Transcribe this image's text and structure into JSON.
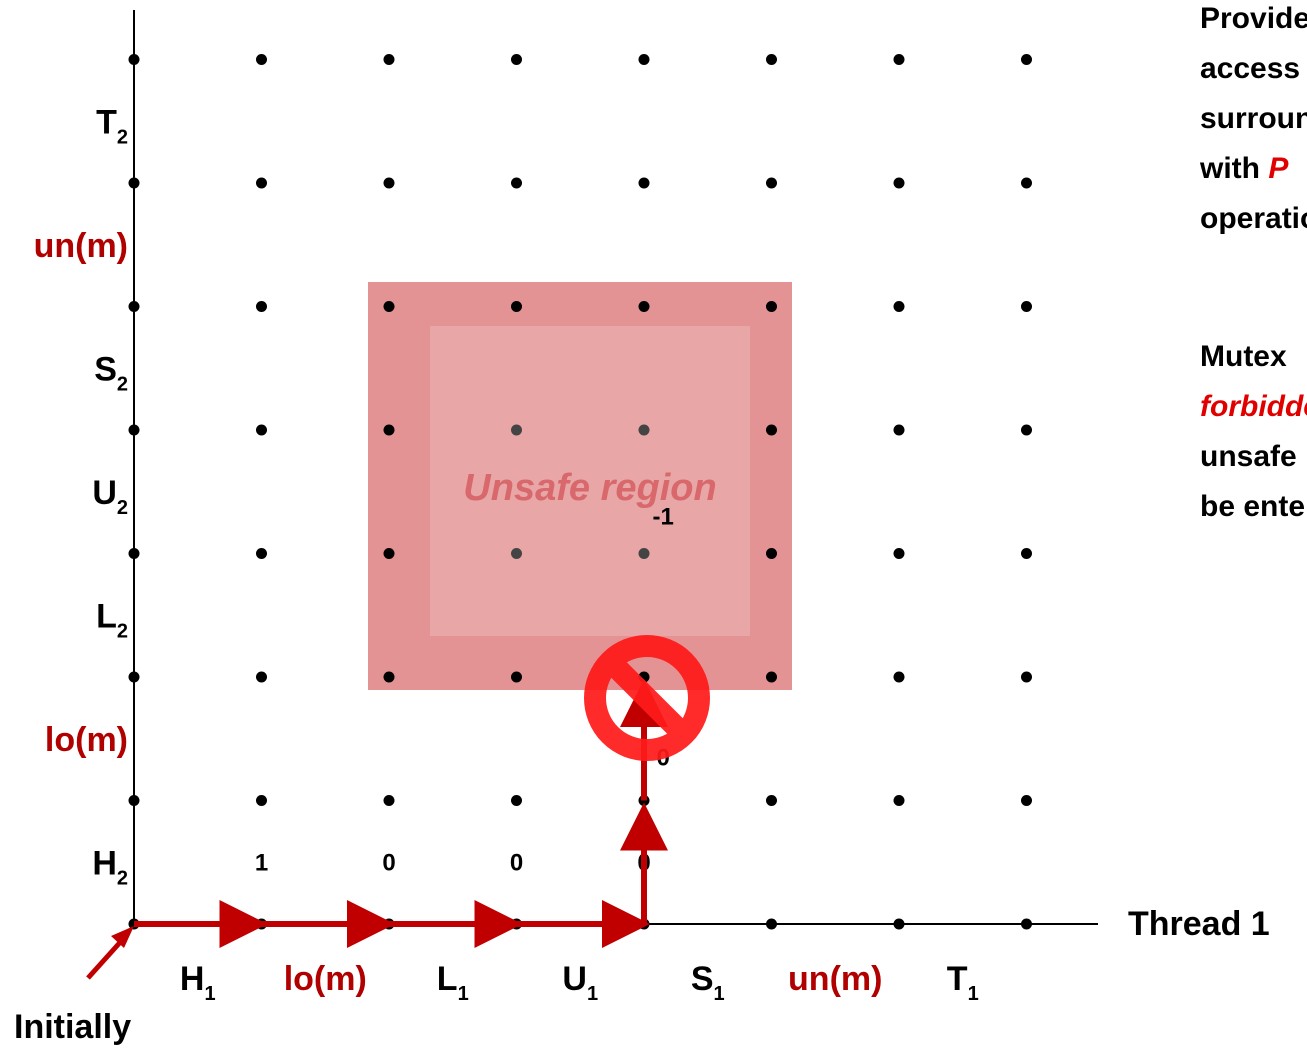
{
  "region": {
    "label": "Unsafe region",
    "outer_color": "#e39394",
    "inner_color": "#e8a7a8"
  },
  "axes": {
    "x_label": "Thread 1",
    "origin_label": "Initially"
  },
  "x_steps": [
    {
      "main": "H",
      "sub": "1",
      "red": false
    },
    {
      "main": "lo(m)",
      "sub": "",
      "red": true
    },
    {
      "main": "L",
      "sub": "1",
      "red": false
    },
    {
      "main": "U",
      "sub": "1",
      "red": false
    },
    {
      "main": "S",
      "sub": "1",
      "red": false
    },
    {
      "main": "un(m)",
      "sub": "",
      "red": true
    },
    {
      "main": "T",
      "sub": "1",
      "red": false
    }
  ],
  "y_steps": [
    {
      "main": "H",
      "sub": "2",
      "red": false
    },
    {
      "main": "lo(m)",
      "sub": "",
      "red": true
    },
    {
      "main": "L",
      "sub": "2",
      "red": false
    },
    {
      "main": "U",
      "sub": "2",
      "red": false
    },
    {
      "main": "S",
      "sub": "2",
      "red": false
    },
    {
      "main": "un(m)",
      "sub": "",
      "red": true
    },
    {
      "main": "T",
      "sub": "2",
      "red": false
    }
  ],
  "mutex_values": [
    {
      "text": "1",
      "col": 1,
      "row": 0.5
    },
    {
      "text": "0",
      "col": 2,
      "row": 0.5
    },
    {
      "text": "0",
      "col": 3,
      "row": 0.5
    },
    {
      "text": "0",
      "col": 4,
      "row": 0.5
    },
    {
      "text": "0",
      "col": 4.15,
      "row": 1.35
    },
    {
      "text": "-1",
      "col": 4.15,
      "row": 3.3
    }
  ],
  "side_notes": [
    {
      "lines": [
        [
          {
            "t": "Provide",
            "em": false
          }
        ],
        [
          {
            "t": "access",
            "em": false
          }
        ],
        [
          {
            "t": "surround",
            "em": false
          }
        ],
        [
          {
            "t": "with ",
            "em": false
          },
          {
            "t": "P",
            "em": true
          }
        ],
        [
          {
            "t": "operation",
            "em": false
          }
        ]
      ]
    },
    {
      "lines": [
        [
          {
            "t": "Mutex",
            "em": false
          }
        ],
        [
          {
            "t": "forbidden",
            "em": true
          }
        ],
        [
          {
            "t": "unsafe",
            "em": false
          }
        ],
        [
          {
            "t": "be entered",
            "em": false
          }
        ]
      ]
    }
  ],
  "colors": {
    "trajectory": "#c00000",
    "forbidden_sign": "#ff1a1a"
  },
  "icons": {
    "forbidden": "no-entry-icon",
    "origin_pointer": "arrow-up-right-icon"
  }
}
